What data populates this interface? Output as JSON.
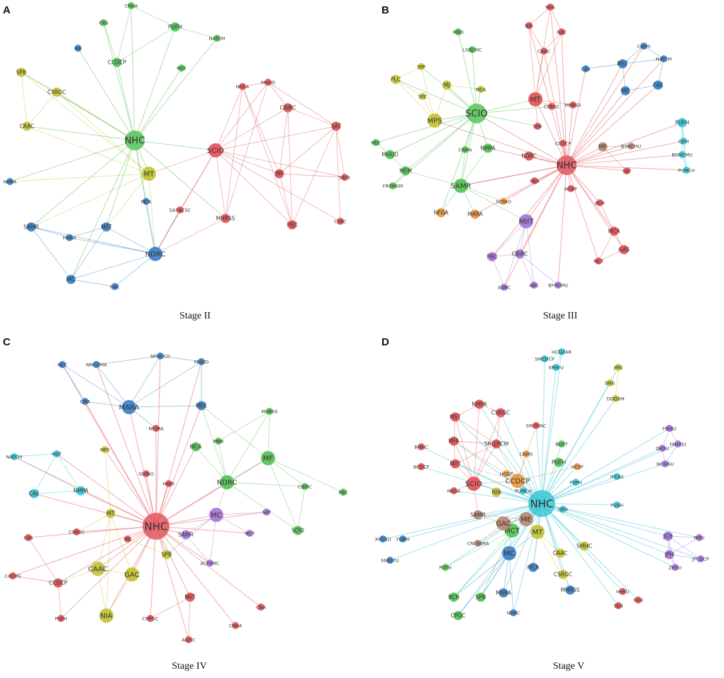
{
  "colors": {
    "green": "#58c35a",
    "red": "#e2575d",
    "blue": "#3f84c6",
    "yellow": "#c5c43a",
    "cyan": "#3ec6d6",
    "orange": "#e69a44",
    "purple": "#a879d9",
    "brown": "#b98a78"
  },
  "panels": [
    {
      "letter": "A",
      "stage": "Stage II",
      "nodes": [
        {
          "id": "NHC",
          "c": "green",
          "s": 3
        },
        {
          "id": "SCIO",
          "c": "red",
          "s": 2
        },
        {
          "id": "MT",
          "c": "yellow",
          "s": 2
        },
        {
          "id": "NDRC",
          "c": "blue",
          "s": 2
        },
        {
          "id": "MIIT",
          "c": "blue",
          "s": 1
        },
        {
          "id": "MHRSS",
          "c": "red",
          "s": 1
        },
        {
          "id": "CCDCP",
          "c": "green",
          "s": 1
        },
        {
          "id": "PUFH",
          "c": "green",
          "s": 1
        },
        {
          "id": "CSRGC",
          "c": "yellow",
          "s": 1
        },
        {
          "id": "SPB",
          "c": "yellow",
          "s": 1
        },
        {
          "id": "CAAC",
          "c": "yellow",
          "s": 1
        },
        {
          "id": "CMeA",
          "c": "green",
          "s": 0
        },
        {
          "id": "CAS",
          "c": "green",
          "s": 0
        },
        {
          "id": "ME",
          "c": "blue",
          "s": 0
        },
        {
          "id": "NATCM",
          "c": "green",
          "s": 0
        },
        {
          "id": "MST",
          "c": "green",
          "s": 0
        },
        {
          "id": "NHSA",
          "c": "red",
          "s": 0
        },
        {
          "id": "MHUD",
          "c": "red",
          "s": 0
        },
        {
          "id": "CBIRC",
          "c": "red",
          "s": 1
        },
        {
          "id": "SAT",
          "c": "red",
          "s": 1
        },
        {
          "id": "MF",
          "c": "red",
          "s": 1
        },
        {
          "id": "SAFE",
          "c": "red",
          "s": 0
        },
        {
          "id": "CSRC",
          "c": "red",
          "s": 0
        },
        {
          "id": "PBC",
          "c": "red",
          "s": 1
        },
        {
          "id": "SASACSC",
          "c": "red",
          "s": 0
        },
        {
          "id": "MCA",
          "c": "blue",
          "s": 0
        },
        {
          "id": "NMPA",
          "c": "blue",
          "s": 0
        },
        {
          "id": "SAMR",
          "c": "blue",
          "s": 1
        },
        {
          "id": "MARA",
          "c": "blue",
          "s": 0
        },
        {
          "id": "MC",
          "c": "blue",
          "s": 1
        },
        {
          "id": "GAC",
          "c": "blue",
          "s": 0
        }
      ]
    },
    {
      "letter": "B",
      "stage": "Stage III",
      "nodes": [
        {
          "id": "NHC",
          "c": "red",
          "s": 3
        },
        {
          "id": "SCIO",
          "c": "green",
          "s": 3
        },
        {
          "id": "SAMR",
          "c": "green",
          "s": 2
        },
        {
          "id": "MT",
          "c": "red",
          "s": 2
        },
        {
          "id": "MPS",
          "c": "yellow",
          "s": 2
        },
        {
          "id": "MIIT",
          "c": "purple",
          "s": 2
        },
        {
          "id": "CBIRC",
          "c": "purple",
          "s": 1
        },
        {
          "id": "PBC",
          "c": "purple",
          "s": 1
        },
        {
          "id": "ABC",
          "c": "purple",
          "s": 0
        },
        {
          "id": "ADBC",
          "c": "purple",
          "s": 0
        },
        {
          "id": "BFHCMU",
          "c": "purple",
          "s": 0
        },
        {
          "id": "MFA",
          "c": "red",
          "s": 0
        },
        {
          "id": "NIA",
          "c": "red",
          "s": 0
        },
        {
          "id": "GAC",
          "c": "red",
          "s": 0
        },
        {
          "id": "CAAC",
          "c": "red",
          "s": 0
        },
        {
          "id": "MND",
          "c": "green",
          "s": 0
        },
        {
          "id": "LSDCMC",
          "c": "green",
          "s": 0
        },
        {
          "id": "SPP",
          "c": "yellow",
          "s": 0
        },
        {
          "id": "PLC",
          "c": "yellow",
          "s": 1
        },
        {
          "id": "SPC",
          "c": "yellow",
          "s": 0
        },
        {
          "id": "MJ",
          "c": "yellow",
          "s": 1
        },
        {
          "id": "MCA",
          "c": "yellow",
          "s": 0
        },
        {
          "id": "CSRGC",
          "c": "red",
          "s": 0
        },
        {
          "id": "MHRSS",
          "c": "red",
          "s": 0
        },
        {
          "id": "CAS",
          "c": "blue",
          "s": 0
        },
        {
          "id": "MST",
          "c": "blue",
          "s": 1
        },
        {
          "id": "CAMS",
          "c": "blue",
          "s": 0
        },
        {
          "id": "NATCM",
          "c": "blue",
          "s": 0
        },
        {
          "id": "ME",
          "c": "blue",
          "s": 1
        },
        {
          "id": "CAE",
          "c": "blue",
          "s": 1
        },
        {
          "id": "PUFH",
          "c": "cyan",
          "s": 1
        },
        {
          "id": "CJFH",
          "c": "cyan",
          "s": 0
        },
        {
          "id": "BDHCMU",
          "c": "cyan",
          "s": 0
        },
        {
          "id": "PUMCH",
          "c": "cyan",
          "s": 0
        },
        {
          "id": "SPB",
          "c": "red",
          "s": 0
        },
        {
          "id": "CCDCP",
          "c": "red",
          "s": 0
        },
        {
          "id": "MF",
          "c": "brown",
          "s": 1
        },
        {
          "id": "BTHCMU",
          "c": "brown",
          "s": 0
        },
        {
          "id": "SAT",
          "c": "red",
          "s": 0
        },
        {
          "id": "NDRC",
          "c": "red",
          "s": 1
        },
        {
          "id": "NMPA",
          "c": "green",
          "s": 1
        },
        {
          "id": "CNIPA",
          "c": "green",
          "s": 0
        },
        {
          "id": "MEE",
          "c": "green",
          "s": 0
        },
        {
          "id": "MHUD",
          "c": "green",
          "s": 1
        },
        {
          "id": "MEM",
          "c": "green",
          "s": 1
        },
        {
          "id": "FRDMEM",
          "c": "green",
          "s": 0
        },
        {
          "id": "NFGA",
          "c": "orange",
          "s": 1
        },
        {
          "id": "MARA",
          "c": "orange",
          "s": 1
        },
        {
          "id": "SCPAO",
          "c": "orange",
          "s": 0
        },
        {
          "id": "NEA",
          "c": "red",
          "s": 0
        },
        {
          "id": "ACWF",
          "c": "red",
          "s": 0
        },
        {
          "id": "BCH",
          "c": "red",
          "s": 0
        },
        {
          "id": "MCA",
          "c": "red",
          "s": 1
        },
        {
          "id": "GAS",
          "c": "red",
          "s": 1
        },
        {
          "id": "MCT",
          "c": "red",
          "s": 0
        }
      ]
    },
    {
      "letter": "C",
      "stage": "Stage IV",
      "nodes": [
        {
          "id": "NHC",
          "c": "red",
          "s": 4
        },
        {
          "id": "NDRC",
          "c": "green",
          "s": 2
        },
        {
          "id": "MC",
          "c": "purple",
          "s": 2
        },
        {
          "id": "MARA",
          "c": "blue",
          "s": 2
        },
        {
          "id": "MF",
          "c": "green",
          "s": 2
        },
        {
          "id": "CAAC",
          "c": "yellow",
          "s": 2
        },
        {
          "id": "GAC",
          "c": "yellow",
          "s": 2
        },
        {
          "id": "NIA",
          "c": "yellow",
          "s": 2
        },
        {
          "id": "NMPA",
          "c": "cyan",
          "s": 1
        },
        {
          "id": "MT",
          "c": "yellow",
          "s": 1
        },
        {
          "id": "SAMR",
          "c": "purple",
          "s": 1
        },
        {
          "id": "SPB",
          "c": "yellow",
          "s": 1
        },
        {
          "id": "MIIT",
          "c": "red",
          "s": 1
        },
        {
          "id": "CCDCP",
          "c": "red",
          "s": 1
        },
        {
          "id": "NCC",
          "c": "blue",
          "s": 0
        },
        {
          "id": "NMCCMA",
          "c": "blue",
          "s": 0
        },
        {
          "id": "NPHCCO",
          "c": "blue",
          "s": 0
        },
        {
          "id": "MHUD",
          "c": "blue",
          "s": 0
        },
        {
          "id": "CMA",
          "c": "blue",
          "s": 0
        },
        {
          "id": "MEE",
          "c": "blue",
          "s": 1
        },
        {
          "id": "MHRSS",
          "c": "green",
          "s": 0
        },
        {
          "id": "NFSRA",
          "c": "red",
          "s": 0
        },
        {
          "id": "MCA",
          "c": "green",
          "s": 1
        },
        {
          "id": "MNR",
          "c": "green",
          "s": 0
        },
        {
          "id": "MPS",
          "c": "yellow",
          "s": 0
        },
        {
          "id": "SCPAO",
          "c": "red",
          "s": 0
        },
        {
          "id": "MWR",
          "c": "red",
          "s": 0
        },
        {
          "id": "NATCM",
          "c": "cyan",
          "s": 0
        },
        {
          "id": "MST",
          "c": "cyan",
          "s": 0
        },
        {
          "id": "CAE",
          "c": "cyan",
          "s": 1
        },
        {
          "id": "CBIRC",
          "c": "green",
          "s": 0
        },
        {
          "id": "PBC",
          "c": "green",
          "s": 0
        },
        {
          "id": "SAT",
          "c": "purple",
          "s": 0
        },
        {
          "id": "SCIO",
          "c": "green",
          "s": 1
        },
        {
          "id": "MCT",
          "c": "purple",
          "s": 0
        },
        {
          "id": "CAS",
          "c": "red",
          "s": 0
        },
        {
          "id": "CSRGC",
          "c": "red",
          "s": 0
        },
        {
          "id": "ME",
          "c": "red",
          "s": 0
        },
        {
          "id": "ACFSMC",
          "c": "purple",
          "s": 0
        },
        {
          "id": "CACMS",
          "c": "red",
          "s": 0
        },
        {
          "id": "PUFH",
          "c": "red",
          "s": 0
        },
        {
          "id": "CNPGC",
          "c": "red",
          "s": 0
        },
        {
          "id": "AGFIC",
          "c": "red",
          "s": 0
        },
        {
          "id": "CMeA",
          "c": "red",
          "s": 0
        },
        {
          "id": "CNA",
          "c": "red",
          "s": 0
        }
      ]
    },
    {
      "letter": "D",
      "stage": "Stage V",
      "nodes": [
        {
          "id": "NHC",
          "c": "cyan",
          "s": 4
        },
        {
          "id": "CCDCP",
          "c": "orange",
          "s": 2
        },
        {
          "id": "SCIO",
          "c": "red",
          "s": 2
        },
        {
          "id": "MC",
          "c": "blue",
          "s": 2
        },
        {
          "id": "MT",
          "c": "yellow",
          "s": 2
        },
        {
          "id": "MCT",
          "c": "green",
          "s": 2
        },
        {
          "id": "ME",
          "c": "brown",
          "s": 2
        },
        {
          "id": "GAC",
          "c": "brown",
          "s": 2
        },
        {
          "id": "SAMR",
          "c": "brown",
          "s": 1
        },
        {
          "id": "NIA",
          "c": "yellow",
          "s": 1
        },
        {
          "id": "MIIT",
          "c": "red",
          "s": 1
        },
        {
          "id": "MFA",
          "c": "red",
          "s": 1
        },
        {
          "id": "MST",
          "c": "red",
          "s": 1
        },
        {
          "id": "NMPA",
          "c": "red",
          "s": 1
        },
        {
          "id": "CSRGC",
          "c": "red",
          "s": 1
        },
        {
          "id": "SRGJRCM",
          "c": "red",
          "s": 1
        },
        {
          "id": "SINOVAC",
          "c": "red",
          "s": 0
        },
        {
          "id": "CAMS",
          "c": "orange",
          "s": 0
        },
        {
          "id": "SMCDCP",
          "c": "cyan",
          "s": 0
        },
        {
          "id": "HCGZAR",
          "c": "cyan",
          "s": 0
        },
        {
          "id": "SPHFU",
          "c": "cyan",
          "s": 0
        },
        {
          "id": "SMG",
          "c": "yellow",
          "s": 0
        },
        {
          "id": "JMG",
          "c": "yellow",
          "s": 0
        },
        {
          "id": "DDGBM",
          "c": "yellow",
          "s": 0
        },
        {
          "id": "BUCT",
          "c": "green",
          "s": 0
        },
        {
          "id": "PUFH",
          "c": "green",
          "s": 1
        },
        {
          "id": "HCSP",
          "c": "orange",
          "s": 0
        },
        {
          "id": "HCGP",
          "c": "orange",
          "s": 0
        },
        {
          "id": "PUMCH",
          "c": "cyan",
          "s": 0
        },
        {
          "id": "PUPH",
          "c": "cyan",
          "s": 0
        },
        {
          "id": "IPCAS",
          "c": "cyan",
          "s": 0
        },
        {
          "id": "PUSH",
          "c": "cyan",
          "s": 0
        },
        {
          "id": "QFH",
          "c": "cyan",
          "s": 0
        },
        {
          "id": "FBHJU",
          "c": "purple",
          "s": 0
        },
        {
          "id": "FAHXJU",
          "c": "purple",
          "s": 0
        },
        {
          "id": "QHSU",
          "c": "purple",
          "s": 0
        },
        {
          "id": "WCHSU",
          "c": "purple",
          "s": 0
        },
        {
          "id": "JCH",
          "c": "purple",
          "s": 1
        },
        {
          "id": "NMU",
          "c": "purple",
          "s": 0
        },
        {
          "id": "JPH",
          "c": "purple",
          "s": 1
        },
        {
          "id": "JPCDCP",
          "c": "purple",
          "s": 0
        },
        {
          "id": "ZHSU",
          "c": "purple",
          "s": 0
        },
        {
          "id": "BMHC",
          "c": "red",
          "s": 0
        },
        {
          "id": "BCDCP",
          "c": "red",
          "s": 0
        },
        {
          "id": "NHSA",
          "c": "red",
          "s": 0
        },
        {
          "id": "XHCSU",
          "c": "blue",
          "s": 0
        },
        {
          "id": "TGMH",
          "c": "blue",
          "s": 0
        },
        {
          "id": "FAHSYU",
          "c": "blue",
          "s": 0
        },
        {
          "id": "CNCBSRA",
          "c": "brown",
          "s": 0
        },
        {
          "id": "PUTH",
          "c": "green",
          "s": 0
        },
        {
          "id": "BCH",
          "c": "green",
          "s": 1
        },
        {
          "id": "SPB",
          "c": "green",
          "s": 1
        },
        {
          "id": "CPGC",
          "c": "green",
          "s": 1
        },
        {
          "id": "MARA",
          "c": "blue",
          "s": 1
        },
        {
          "id": "NDRC",
          "c": "blue",
          "s": 0
        },
        {
          "id": "MCA",
          "c": "blue",
          "s": 1
        },
        {
          "id": "MHRSS",
          "c": "blue",
          "s": 1
        },
        {
          "id": "CAAC",
          "c": "yellow",
          "s": 1
        },
        {
          "id": "CSRGC",
          "c": "yellow",
          "s": 1
        },
        {
          "id": "SMHC",
          "c": "yellow",
          "s": 1
        },
        {
          "id": "HHFU",
          "c": "red",
          "s": 0
        },
        {
          "id": "SEH",
          "c": "red",
          "s": 0
        },
        {
          "id": "FEH",
          "c": "red",
          "s": 0
        }
      ]
    }
  ]
}
